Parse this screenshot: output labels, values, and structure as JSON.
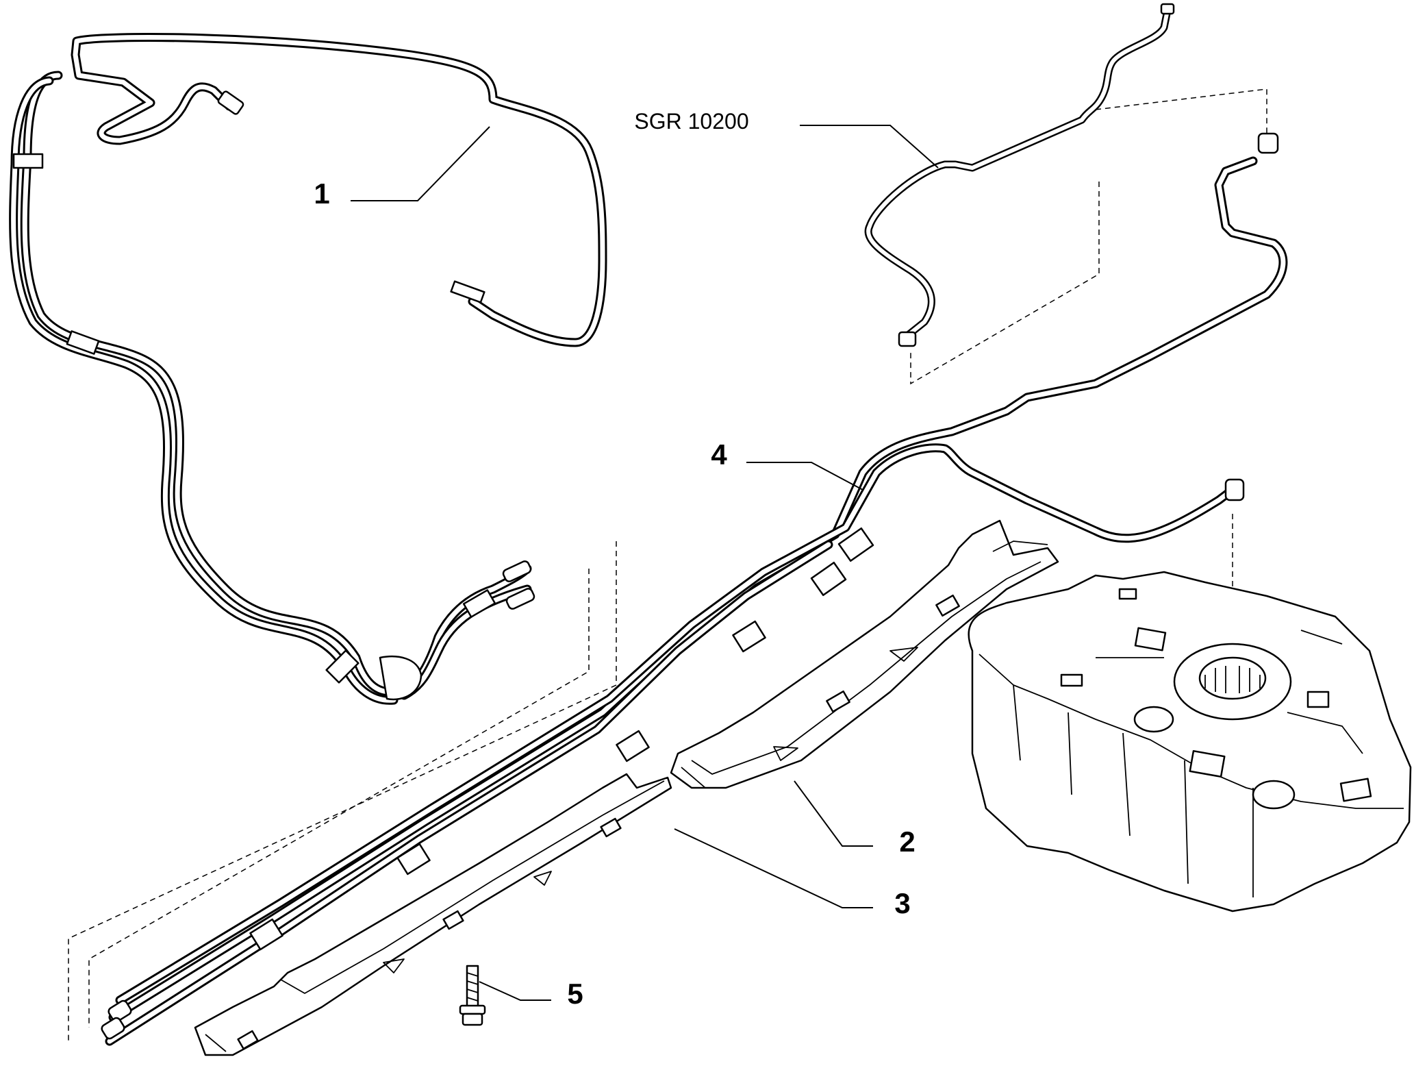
{
  "callouts": {
    "c1": "1",
    "c2": "2",
    "c3": "3",
    "c4": "4",
    "c5": "5"
  },
  "references": {
    "sgr": "SGR 10200"
  },
  "colors": {
    "line": "#000000",
    "background": "#ffffff"
  }
}
